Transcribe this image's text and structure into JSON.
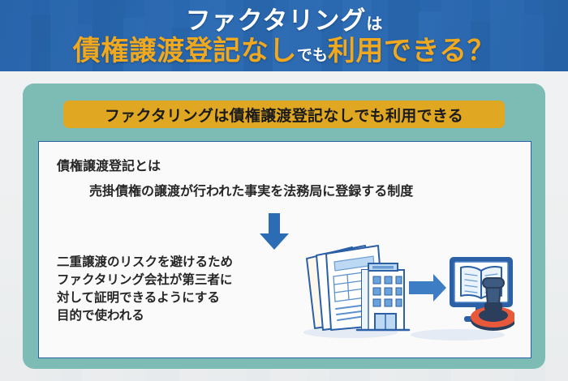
{
  "header": {
    "line1_main": "ファクタリング",
    "line1_particle": "は",
    "line2_part1": "債権譲渡登記なし",
    "line2_part2": "でも",
    "line2_part3": "利用できる？",
    "bg_color": "#2a68b0",
    "accent_color": "#f0a81e",
    "text_color": "#ffffff"
  },
  "panel": {
    "bg_color": "#7cbcb5"
  },
  "banner": {
    "label": "ファクタリングは債権譲渡登記なしでも利用できる",
    "bg_color": "#e0a722",
    "text_color": "#1b1b1b"
  },
  "card": {
    "border_color": "#2a5fa8",
    "bg_color": "#fafafa",
    "heading": "債権譲渡登記とは",
    "definition": "売掛債権の譲渡が行われた事実を法務局に登録する制度",
    "arrow_color": "#2b6cb5",
    "body_lines": [
      "二重譲渡のリスクを避けるため",
      "ファクタリング会社が第三者に",
      "対して証明できるようにする",
      "目的で使われる"
    ],
    "illustration": {
      "name": "documents-to-registry-illustration",
      "parts": [
        "documents-stack",
        "office-building",
        "right-arrow",
        "computer-monitor",
        "open-book",
        "rubber-stamp"
      ],
      "primary_color": "#2b6cb5",
      "light_color": "#bcd8f2",
      "stamp_accent_color": "#e8593c"
    }
  }
}
